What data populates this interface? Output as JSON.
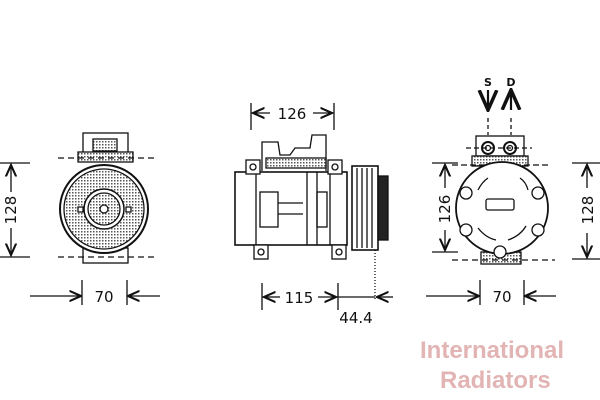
{
  "drawing": {
    "front_view": {
      "height_dim": "128",
      "width_dim": "70"
    },
    "side_view": {
      "top_dim": "126",
      "body_dim": "115",
      "clutch_dim": "44.4"
    },
    "rear_view": {
      "suction_label": "S",
      "discharge_label": "D",
      "left_height_dim": "126",
      "right_height_dim": "128",
      "width_dim": "70"
    },
    "watermark": {
      "line1": "International",
      "line2": "Radiators"
    }
  }
}
